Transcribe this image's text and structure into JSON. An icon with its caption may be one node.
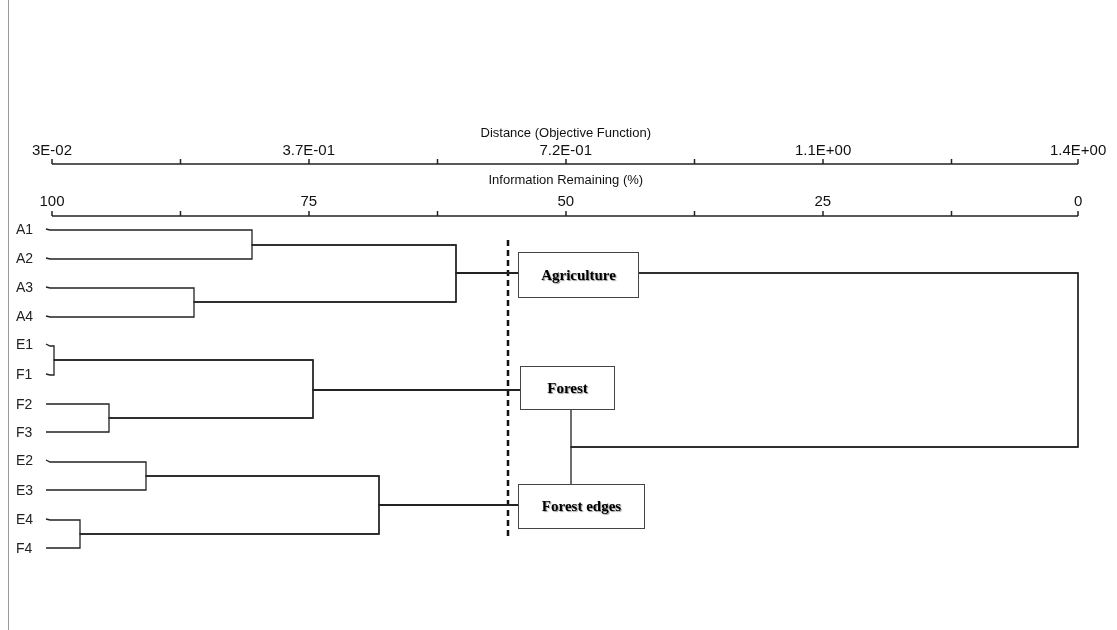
{
  "diagram": {
    "nodes": [
      {
        "text": [
          "A1"
        ]
      },
      {
        "text": [
          "A2"
        ]
      },
      {
        "text": [
          "A3"
        ]
      },
      {
        "text": [
          "A4"
        ]
      },
      {
        "text": [
          "E1"
        ]
      },
      {
        "text": [
          "F1"
        ]
      },
      {
        "text": [
          "F2"
        ]
      },
      {
        "text": [
          "F3"
        ]
      },
      {
        "text": [
          "E2"
        ]
      },
      {
        "text": [
          "E3"
        ]
      },
      {
        "text": [
          "E4"
        ]
      },
      {
        "text": [
          "F4"
        ]
      },
      {
        "text": [
          "Agriculture"
        ]
      },
      {
        "text": [
          "Forest"
        ]
      },
      {
        "text": [
          "Forest edges"
        ]
      }
    ],
    "edges": [
      {
        "from": 0,
        "to": 12,
        "arrow": "none"
      },
      {
        "from": 1,
        "to": 12,
        "arrow": "none"
      },
      {
        "from": 2,
        "to": 12,
        "arrow": "none"
      },
      {
        "from": 3,
        "to": 12,
        "arrow": "none"
      },
      {
        "from": 4,
        "to": 13,
        "arrow": "none"
      },
      {
        "from": 5,
        "to": 13,
        "arrow": "none"
      },
      {
        "from": 6,
        "to": 13,
        "arrow": "none"
      },
      {
        "from": 7,
        "to": 13,
        "arrow": "none"
      },
      {
        "from": 8,
        "to": 14,
        "arrow": "none"
      },
      {
        "from": 9,
        "to": 14,
        "arrow": "none"
      },
      {
        "from": 10,
        "to": 14,
        "arrow": "none"
      },
      {
        "from": 11,
        "to": 14,
        "arrow": "none"
      },
      {
        "from": 13,
        "to": 12,
        "arrow": "none"
      },
      {
        "from": 14,
        "to": 12,
        "arrow": "none"
      }
    ],
    "labels": [
      "Distance (Objective Function)",
      "3E-02",
      "3.7E-01",
      "7.2E-01",
      "1.1E+00",
      "1.4E+00",
      "Information Remaining (%)",
      "100",
      "75",
      "50",
      "25",
      "0"
    ]
  }
}
